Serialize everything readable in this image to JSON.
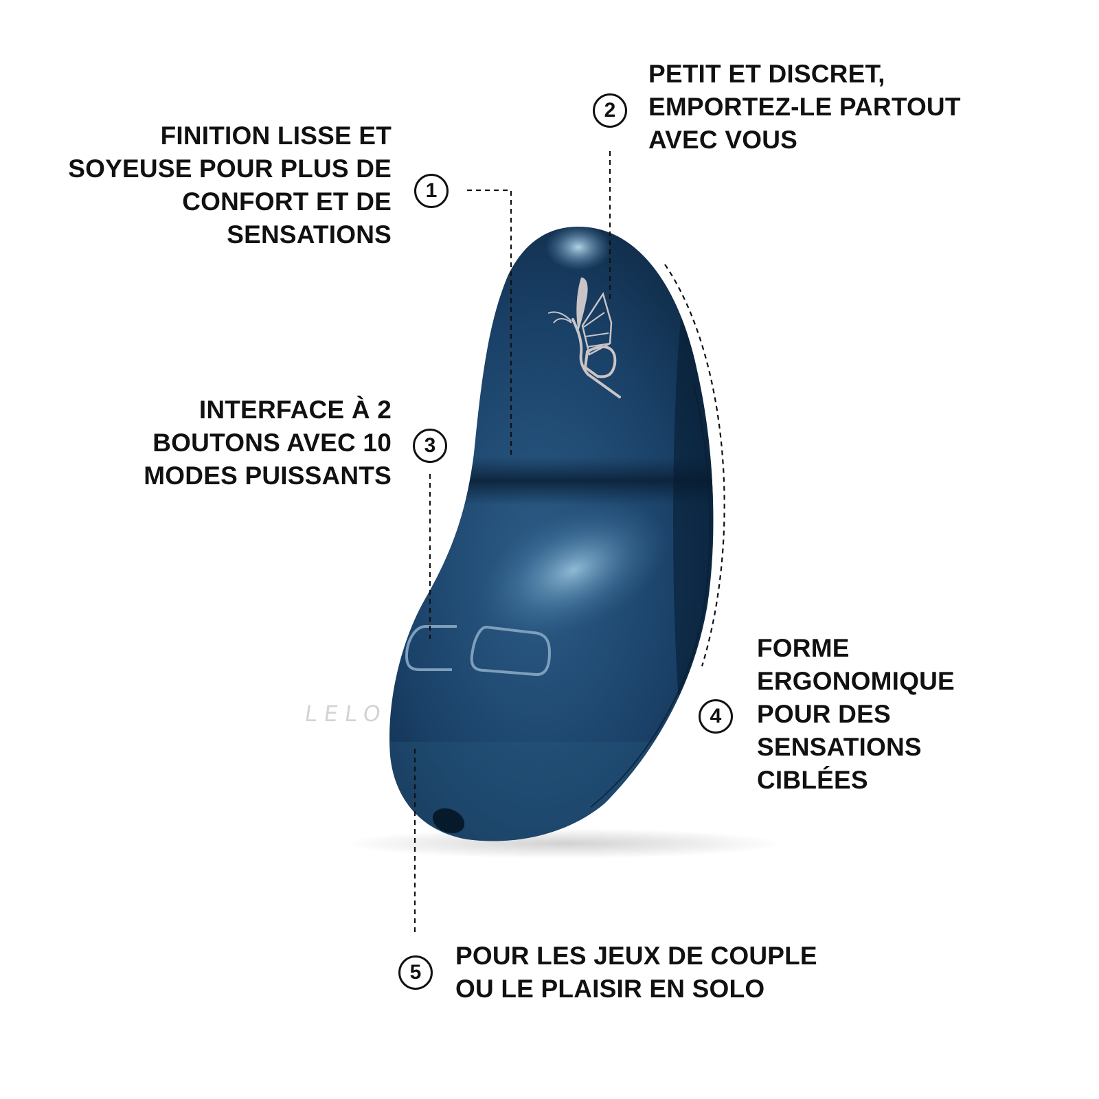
{
  "product": {
    "brand": "LELO",
    "color": "#1f4a72",
    "color_dark": "#0c243d",
    "highlight": "#8fbad6",
    "engraving": "butterfly",
    "engraving_color": "#c9c4c6"
  },
  "callouts": [
    {
      "number": "1",
      "lines": [
        "FINITION LISSE ET",
        "SOYEUSE POUR PLUS DE",
        "CONFORT ET DE",
        "SENSATIONS"
      ]
    },
    {
      "number": "2",
      "lines": [
        "PETIT ET DISCRET,",
        "EMPORTEZ-LE PARTOUT",
        "AVEC VOUS"
      ]
    },
    {
      "number": "3",
      "lines": [
        "INTERFACE À 2",
        "BOUTONS AVEC 10",
        "MODES PUISSANTS"
      ]
    },
    {
      "number": "4",
      "lines": [
        "FORME",
        "ERGONOMIQUE",
        "POUR DES",
        "SENSATIONS",
        "CIBLÉES"
      ]
    },
    {
      "number": "5",
      "lines": [
        "POUR LES JEUX DE COUPLE",
        "OU LE PLAISIR EN SOLO"
      ]
    }
  ]
}
